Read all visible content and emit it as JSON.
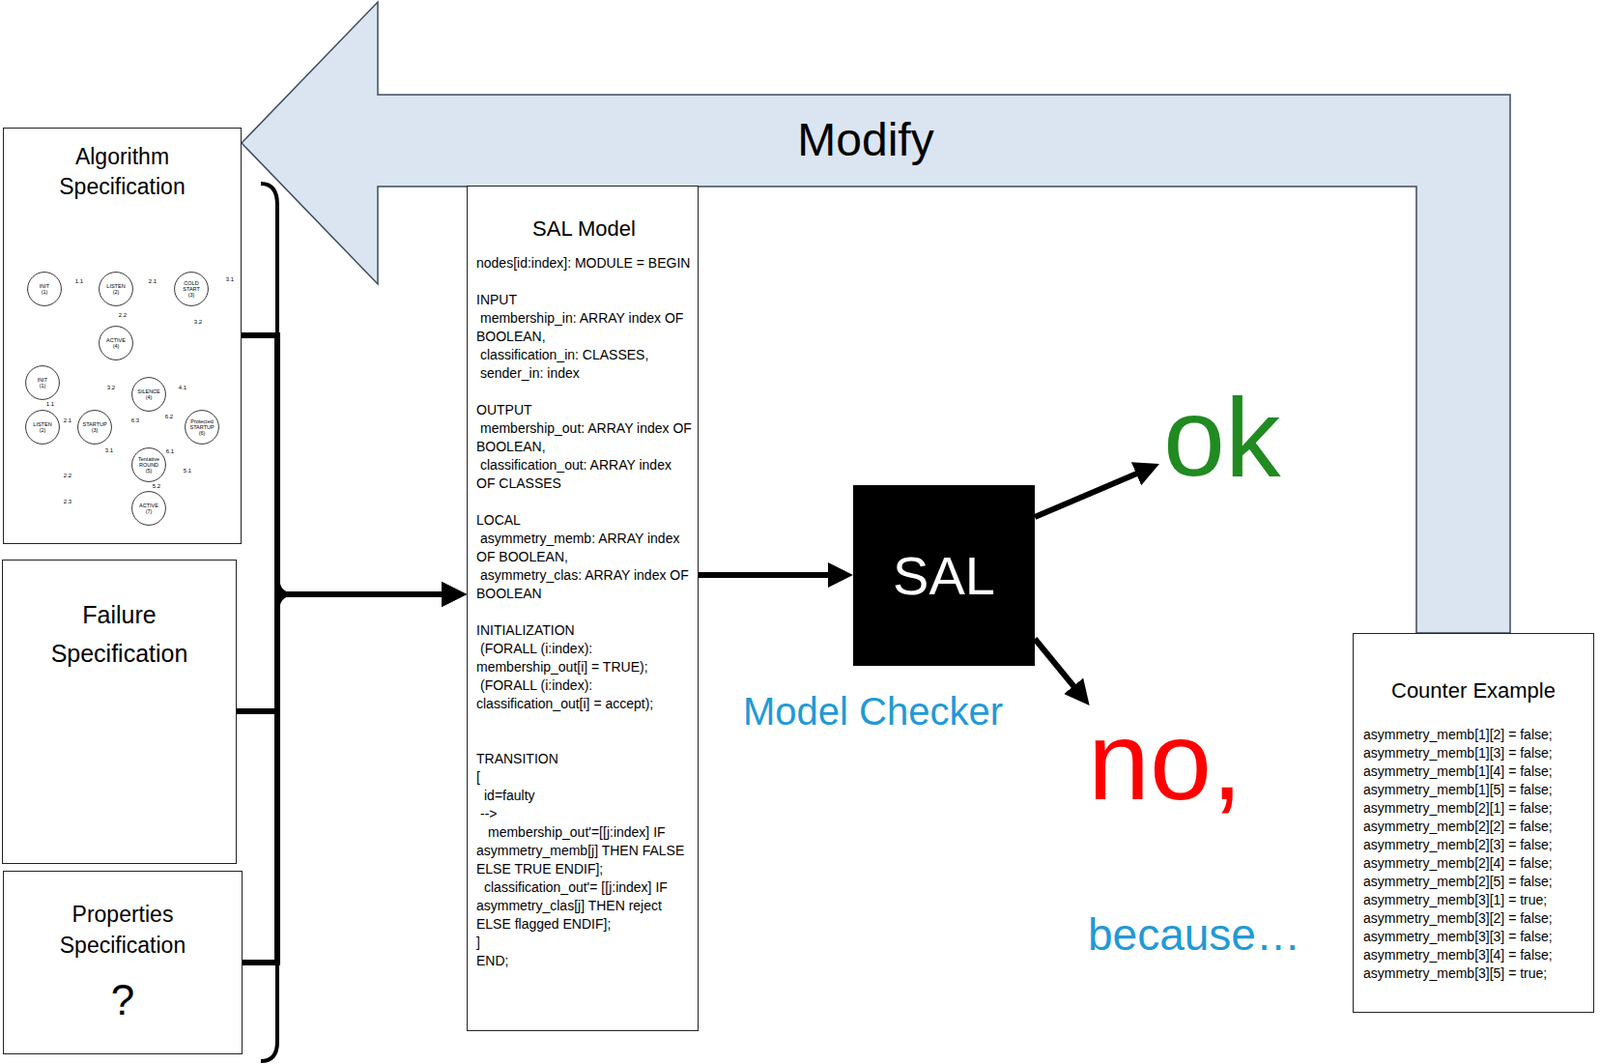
{
  "diagram": {
    "nodes": [
      {
        "text": [
          "Algorithm Specification"
        ]
      },
      {
        "text": [
          "INIT (1)"
        ],
        "in": 0
      },
      {
        "text": [
          "LISTEN (2)"
        ],
        "in": 0
      },
      {
        "text": [
          "COLD START (3)"
        ],
        "in": 0
      },
      {
        "text": [
          "ACTIVE (4)"
        ],
        "in": 0
      },
      {
        "text": [
          "INIT (1)"
        ],
        "in": 0
      },
      {
        "text": [
          "LISTEN (2)"
        ],
        "in": 0
      },
      {
        "text": [
          "STARTUP (3)"
        ],
        "in": 0
      },
      {
        "text": [
          "SILENCE (4)"
        ],
        "in": 0
      },
      {
        "text": [
          "Tentative ROUND (5)"
        ],
        "in": 0
      },
      {
        "text": [
          "Protected STARTUP (6)"
        ],
        "in": 0
      },
      {
        "text": [
          "ACTIVE (7)"
        ],
        "in": 0
      },
      {
        "text": [
          "Failure Specification"
        ]
      },
      {
        "text": [
          "Properties Specification",
          "?"
        ]
      },
      {
        "text": [
          "SAL Model",
          "nodes[id:index]: MODULE = BEGIN",
          "INPUT",
          "membership_in: ARRAY index OF BOOLEAN,",
          "classification_in: CLASSES,",
          "sender_in: index",
          "OUTPUT",
          "membership_out: ARRAY index OF BOOLEAN,",
          "classification_out: ARRAY index OF CLASSES",
          "LOCAL",
          "asymmetry_memb: ARRAY index OF BOOLEAN,",
          "asymmetry_clas: ARRAY index OF BOOLEAN",
          "INITIALIZATION",
          "(FORALL (i:index): membership_out[i] = TRUE);",
          "(FORALL (i:index): classification_out[i] = accept);",
          "TRANSITION",
          "[",
          "id=faulty",
          "-->",
          "membership_out'=[[j:index] IF asymmetry_memb[j] THEN FALSE ELSE TRUE ENDIF];",
          "classification_out'= [[j:index] IF asymmetry_clas[j] THEN reject ELSE flagged ENDIF];",
          "]",
          "END;"
        ]
      },
      {
        "text": [
          "SAL",
          "Model Checker"
        ]
      },
      {
        "text": [
          "ok"
        ]
      },
      {
        "text": [
          "no,",
          "because…"
        ]
      },
      {
        "text": [
          "Counter Example",
          "asymmetry_memb[1][2] = false;",
          "asymmetry_memb[1][3] = false;",
          "asymmetry_memb[1][4] = false;",
          "asymmetry_memb[1][5] = false;",
          "asymmetry_memb[2][1] = false;",
          "asymmetry_memb[2][2] = false;",
          "asymmetry_memb[2][3] = false;",
          "asymmetry_memb[2][4] = false;",
          "asymmetry_memb[2][5] = false;",
          "asymmetry_memb[3][1] = true;",
          "asymmetry_memb[3][2] = false;",
          "asymmetry_memb[3][3] = false;",
          "asymmetry_memb[3][4] = false;",
          "asymmetry_memb[3][5] = true;"
        ]
      }
    ],
    "edges": [
      {
        "from": 0,
        "to": 14,
        "arrow": "to"
      },
      {
        "from": 12,
        "to": 14,
        "arrow": "to"
      },
      {
        "from": 13,
        "to": 14,
        "arrow": "to"
      },
      {
        "from": 14,
        "to": 15,
        "arrow": "to"
      },
      {
        "from": 15,
        "to": 16,
        "arrow": "to"
      },
      {
        "from": 15,
        "to": 17,
        "arrow": "to"
      },
      {
        "from": 18,
        "to": 0,
        "label": "Modify",
        "arrow": "to"
      },
      {
        "from": 1,
        "to": 2,
        "label": "1.1",
        "arrow": "to"
      },
      {
        "from": 2,
        "to": 3,
        "label": "2.1",
        "arrow": "to"
      },
      {
        "from": 3,
        "to": 3,
        "label": "3.1",
        "arrow": "to"
      },
      {
        "from": 2,
        "to": 4,
        "label": "2.2",
        "arrow": "to"
      },
      {
        "from": 3,
        "to": 4,
        "label": "3.2",
        "arrow": "to"
      },
      {
        "from": 5,
        "to": 6,
        "label": "1.1",
        "arrow": "to"
      },
      {
        "from": 6,
        "to": 7,
        "label": "2.1",
        "arrow": "to"
      },
      {
        "from": 7,
        "to": 8,
        "label": "3.2",
        "arrow": "to"
      },
      {
        "from": 8,
        "to": 10,
        "label": "4.1",
        "arrow": "to"
      },
      {
        "from": 10,
        "to": 8,
        "label": "6.2",
        "arrow": "to"
      },
      {
        "from": 10,
        "to": 7,
        "label": "6.3",
        "arrow": "to"
      },
      {
        "from": 10,
        "to": 9,
        "label": "6.1",
        "arrow": "to"
      },
      {
        "from": 7,
        "to": 9,
        "label": "3.1",
        "arrow": "to"
      },
      {
        "from": 9,
        "to": 10,
        "label": "5.1",
        "arrow": "to"
      },
      {
        "from": 9,
        "to": 11,
        "label": "5.2",
        "arrow": "to"
      },
      {
        "from": 6,
        "to": 9,
        "label": "2.2",
        "arrow": "to"
      },
      {
        "from": 6,
        "to": 11,
        "label": "2.3",
        "arrow": "to"
      }
    ]
  }
}
